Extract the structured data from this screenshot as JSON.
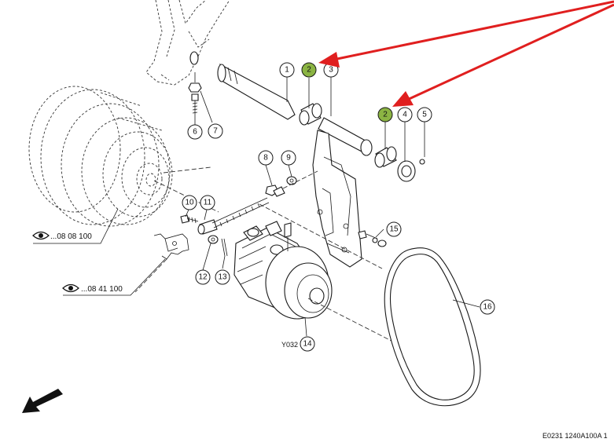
{
  "diagram": {
    "callouts": [
      {
        "id": "c1",
        "label": "1"
      },
      {
        "id": "c2a",
        "label": "2"
      },
      {
        "id": "c3",
        "label": "3"
      },
      {
        "id": "c2b",
        "label": "2"
      },
      {
        "id": "c4",
        "label": "4"
      },
      {
        "id": "c5",
        "label": "5"
      },
      {
        "id": "c6",
        "label": "6"
      },
      {
        "id": "c7",
        "label": "7"
      },
      {
        "id": "c8",
        "label": "8"
      },
      {
        "id": "c9",
        "label": "9"
      },
      {
        "id": "c10",
        "label": "10"
      },
      {
        "id": "c11",
        "label": "11"
      },
      {
        "id": "c12",
        "label": "12"
      },
      {
        "id": "c13",
        "label": "13"
      },
      {
        "id": "c14",
        "label": "14"
      },
      {
        "id": "c15",
        "label": "15"
      },
      {
        "id": "c16",
        "label": "16"
      }
    ],
    "highlight_color": "#8bb443",
    "arrow_color": "#e01f1f",
    "references": [
      {
        "id": "ref1",
        "text": "...08 08 100"
      },
      {
        "id": "ref2",
        "text": "...08 41 100"
      }
    ],
    "component_code": "Y032",
    "drawing_code": "E0231 1240A100A 1",
    "icons": [
      "eye-icon",
      "direction-arrow-icon"
    ]
  }
}
